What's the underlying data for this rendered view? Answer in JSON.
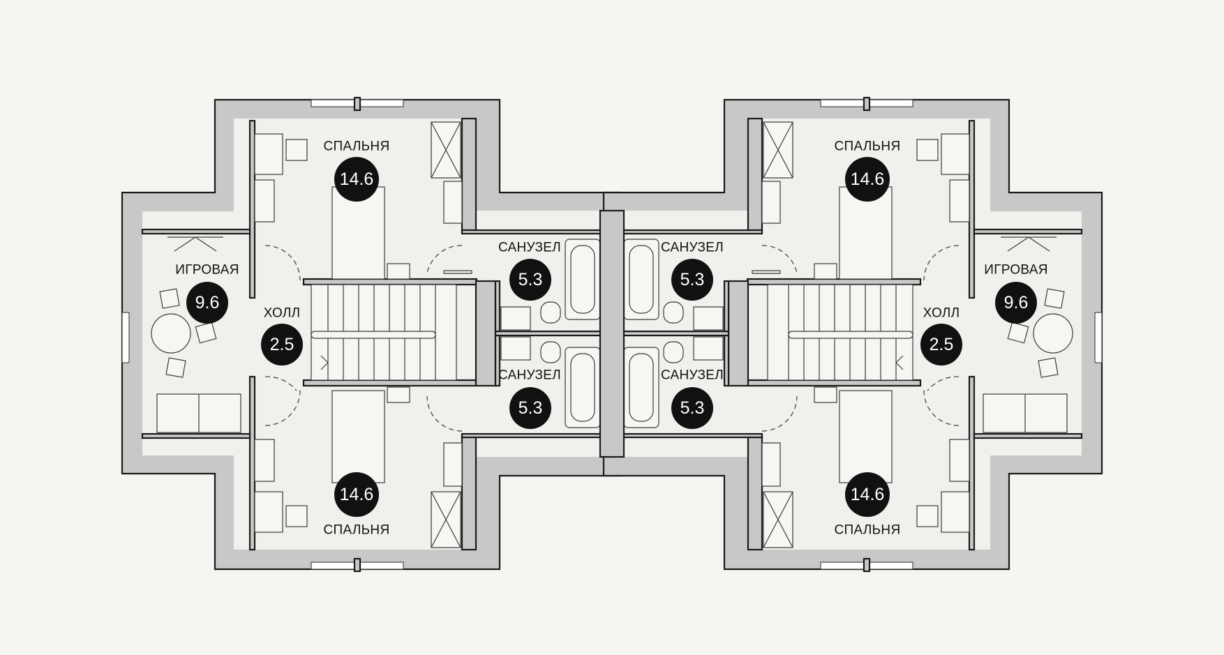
{
  "rooms": {
    "bedroom_nw": {
      "label": "СПАЛЬНЯ",
      "area": "14.6"
    },
    "bedroom_sw": {
      "label": "СПАЛЬНЯ",
      "area": "14.6"
    },
    "bedroom_ne": {
      "label": "СПАЛЬНЯ",
      "area": "14.6"
    },
    "bedroom_se": {
      "label": "СПАЛЬНЯ",
      "area": "14.6"
    },
    "playroom_w": {
      "label": "ИГРОВАЯ",
      "area": "9.6"
    },
    "playroom_e": {
      "label": "ИГРОВАЯ",
      "area": "9.6"
    },
    "hall_w": {
      "label": "ХОЛЛ",
      "area": "2.5"
    },
    "hall_e": {
      "label": "ХОЛЛ",
      "area": "2.5"
    },
    "bath_nw": {
      "label": "САНУЗЕЛ",
      "area": "5.3"
    },
    "bath_sw": {
      "label": "САНУЗЕЛ",
      "area": "5.3"
    },
    "bath_ne": {
      "label": "САНУЗЕЛ",
      "area": "5.3"
    },
    "bath_se": {
      "label": "САНУЗЕЛ",
      "area": "5.3"
    }
  },
  "colors": {
    "wall": "#c8c8c8",
    "badge": "#111111",
    "background": "#f6f5f2"
  }
}
